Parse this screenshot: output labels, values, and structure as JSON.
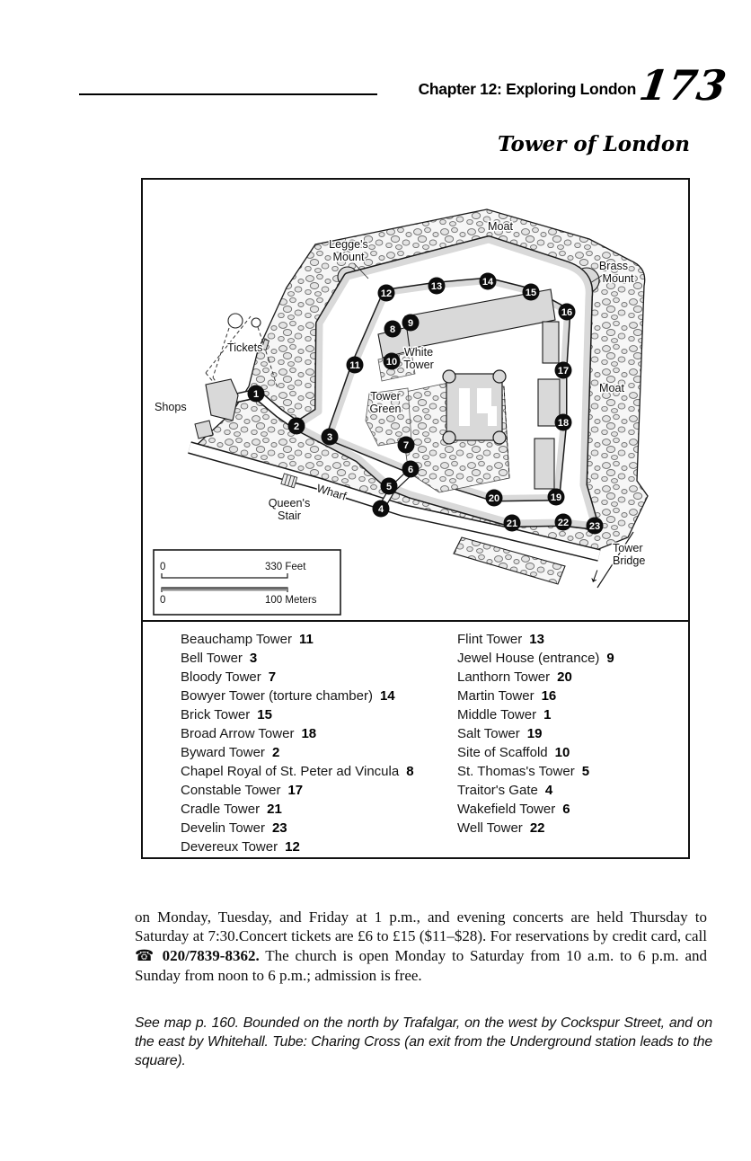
{
  "header": {
    "chapter_title": "Chapter 12: Exploring London",
    "page_number": "173"
  },
  "figure": {
    "title": "Tower of London"
  },
  "map": {
    "labels": {
      "moat_top": "Moat",
      "moat_east": "Moat",
      "legges_mount_1": "Legge's",
      "legges_mount_2": "Mount",
      "brass_mount_1": "Brass",
      "brass_mount_2": "Mount",
      "tickets": "Tickets",
      "shops": "Shops",
      "white_tower_1": "White",
      "white_tower_2": "Tower",
      "tower_green_1": "Tower",
      "tower_green_2": "Green",
      "queens_stair_1": "Queen's",
      "queens_stair_2": "Stair",
      "wharf": "Wharf",
      "tower_bridge_1": "Tower",
      "tower_bridge_2": "Bridge",
      "arrow": "↓"
    },
    "scale": {
      "feet_zero": "0",
      "feet_label": "330 Feet",
      "meters_zero": "0",
      "meters_label": "100 Meters"
    },
    "markers": [
      "1",
      "2",
      "3",
      "4",
      "5",
      "6",
      "7",
      "8",
      "9",
      "10",
      "11",
      "12",
      "13",
      "14",
      "15",
      "16",
      "17",
      "18",
      "19",
      "20",
      "21",
      "22",
      "23"
    ]
  },
  "legend": {
    "left": [
      {
        "name": "Beauchamp Tower",
        "num": "11"
      },
      {
        "name": "Bell Tower",
        "num": "3"
      },
      {
        "name": "Bloody Tower",
        "num": "7"
      },
      {
        "name": "Bowyer Tower (torture chamber)",
        "num": "14"
      },
      {
        "name": "Brick Tower",
        "num": "15"
      },
      {
        "name": "Broad Arrow Tower",
        "num": "18"
      },
      {
        "name": "Byward Tower",
        "num": "2"
      },
      {
        "name": "Chapel  Royal of St. Peter ad Vincula",
        "num": "8"
      },
      {
        "name": "Constable Tower",
        "num": "17"
      },
      {
        "name": "Cradle Tower",
        "num": "21"
      },
      {
        "name": "Develin Tower",
        "num": "23"
      },
      {
        "name": "Devereux Tower",
        "num": "12"
      }
    ],
    "right": [
      {
        "name": "Flint Tower",
        "num": "13"
      },
      {
        "name": "Jewel House (entrance)",
        "num": "9"
      },
      {
        "name": "Lanthorn Tower",
        "num": "20"
      },
      {
        "name": "Martin Tower",
        "num": "16"
      },
      {
        "name": "Middle Tower",
        "num": "1"
      },
      {
        "name": "Salt Tower",
        "num": "19"
      },
      {
        "name": "Site of Scaffold",
        "num": "10"
      },
      {
        "name": "St. Thomas's Tower",
        "num": "5"
      },
      {
        "name": "Traitor's Gate",
        "num": "4"
      },
      {
        "name": "Wakefield Tower",
        "num": "6"
      },
      {
        "name": "Well Tower",
        "num": "22"
      }
    ]
  },
  "body": {
    "paragraph1_start": "on Monday, Tuesday, and Friday at 1 p.m., and evening concerts are held Thursday to Saturday at 7:30.Concert tickets are £6 to £15 ($11–$28). For reservations by credit card, call ",
    "phone_icon": "☎",
    "phone_number": " 020/7839-8362.",
    "paragraph1_end": " The church is open Monday to Saturday from 10 a.m. to 6 p.m. and Sunday from noon to 6 p.m.; admission is free.",
    "paragraph2": "See map p. 160. Bounded on the north by Trafalgar, on the west by Cockspur Street, and on the east by Whitehall. Tube: Charing Cross (an exit from the Underground station leads to the square)."
  }
}
